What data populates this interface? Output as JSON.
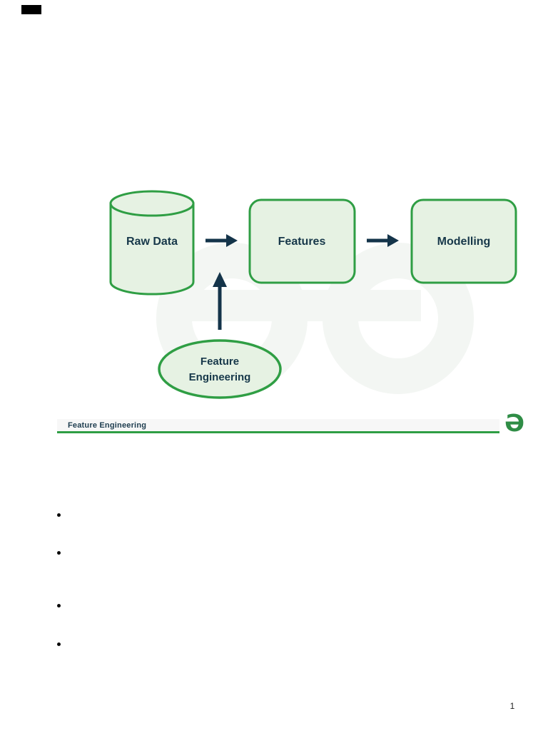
{
  "page": {
    "number": "1"
  },
  "top_left_mark": {
    "type": "black-rectangle"
  },
  "diagram": {
    "nodes": [
      {
        "id": "raw-data",
        "shape": "cylinder",
        "label": "Raw Data"
      },
      {
        "id": "features",
        "shape": "rounded-rectangle",
        "label": "Features"
      },
      {
        "id": "modelling",
        "shape": "rounded-rectangle",
        "label": "Modelling"
      },
      {
        "id": "feature-engineering",
        "shape": "ellipse",
        "label": "Feature Engineering",
        "label_lines": [
          "Feature",
          "Engineering"
        ]
      }
    ],
    "edges": [
      {
        "from": "raw-data",
        "to": "features",
        "type": "arrow-right"
      },
      {
        "from": "features",
        "to": "modelling",
        "type": "arrow-right"
      },
      {
        "from": "feature-engineering",
        "to": "pipeline-between-raw-data-and-features",
        "type": "arrow-up"
      }
    ],
    "colors": {
      "node_fill": "#e6f2e3",
      "node_stroke": "#2f9e44",
      "arrow": "#14344a",
      "label_text": "#17384a",
      "watermark": "#f3f6f3"
    }
  },
  "footer": {
    "label": "Feature Engineering",
    "logo_glyph": "Ə",
    "bar_background": "#f7f7f7",
    "underline_color": "#2f9e44",
    "logo_color": "#2f8d46"
  },
  "bullet_list": {
    "items": [
      "",
      "",
      "",
      ""
    ]
  }
}
